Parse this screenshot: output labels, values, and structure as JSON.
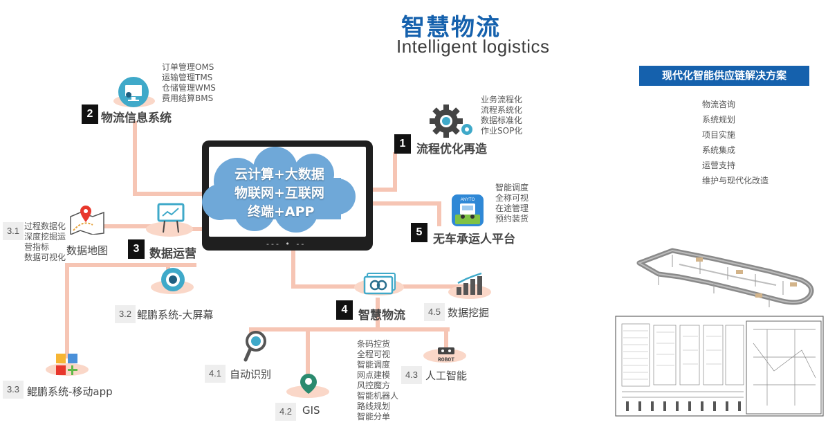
{
  "title": {
    "cn": "智慧物流",
    "en": "Intelligent logistics"
  },
  "center": {
    "lines": [
      "云计算+大数据",
      "物联网+互联网",
      "终端+APP"
    ],
    "dots": "--- • --"
  },
  "nodes": {
    "n1": {
      "num": "1",
      "label": "流程优化再造",
      "items": [
        "业务流程化",
        "流程系统化",
        "数据标准化",
        "作业SOP化"
      ],
      "icon": "gear-icon"
    },
    "n2": {
      "num": "2",
      "label": "物流信息系统",
      "items": [
        "订单管理OMS",
        "运输管理TMS",
        "仓储管理WMS",
        "费用结算BMS"
      ],
      "icon": "computer-icon"
    },
    "n3": {
      "num": "3",
      "label": "数据运营",
      "icon": "dashboard-icon"
    },
    "n3_1": {
      "num": "3.1",
      "label": "数据地图",
      "items": [
        "过程数据化",
        "深度挖掘运",
        "营指标",
        "数据可视化"
      ],
      "icon": "map-pin-icon"
    },
    "n3_2": {
      "num": "3.2",
      "label": "鲲鹏系统-大屏幕",
      "icon": "eye-icon"
    },
    "n3_3": {
      "num": "3.3",
      "label": "鲲鹏系统-移动app",
      "icon": "app-grid-icon"
    },
    "n4": {
      "num": "4",
      "label": "智慧物流",
      "icon": "cash-icon"
    },
    "n4_1": {
      "num": "4.1",
      "label": "自动识别",
      "icon": "magnifier-icon"
    },
    "n4_2": {
      "num": "4.2",
      "label": "GIS",
      "icon": "gis-pin-icon"
    },
    "n4_2_items": [
      "条码控货",
      "全程可视",
      "智能调度",
      "网点建模",
      "风控魔方",
      "智能机器人",
      "路线规划",
      "智能分单"
    ],
    "n4_3": {
      "num": "4.3",
      "label": "人工智能",
      "icon": "robot-icon",
      "icon_text": "ROBOT"
    },
    "n4_5": {
      "num": "4.5",
      "label": "数据挖掘",
      "icon": "bar-chart-icon"
    },
    "n5": {
      "num": "5",
      "label": "无车承运人平台",
      "items": [
        "智能调度",
        "全称可视",
        "在途管理",
        "预约装货"
      ],
      "icon": "truck-app-icon",
      "icon_text": "ANYTO"
    }
  },
  "solution": {
    "title": "现代化智能供应链解决方案",
    "items": [
      "物流咨询",
      "系统规划",
      "项目实施",
      "系统集成",
      "运营支持",
      "维护与现代化改造"
    ]
  },
  "colors": {
    "brand_blue": "#1561ad",
    "connector": "#f6c5b4",
    "cloud": "#6fa8d8"
  }
}
